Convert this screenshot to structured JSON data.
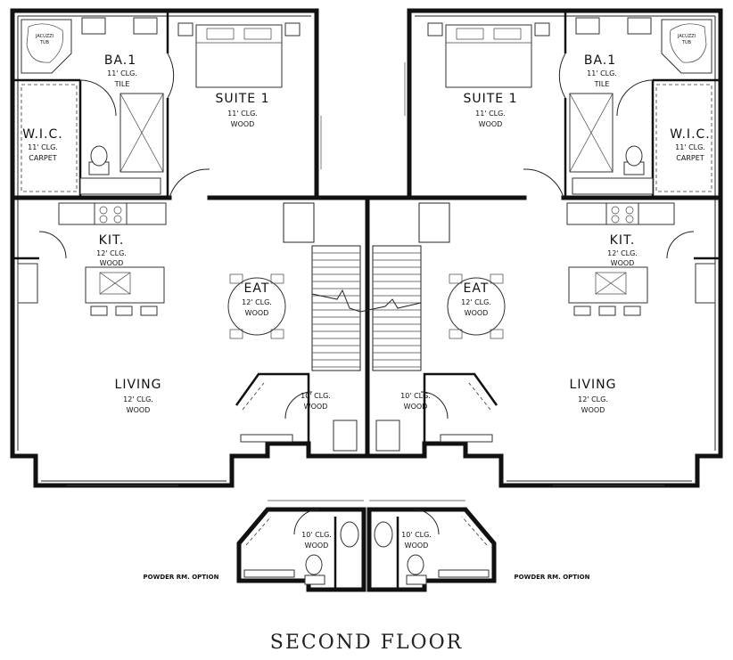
{
  "plan_title": "SECOND FLOOR",
  "left_unit": {
    "bath": {
      "name": "BA.1",
      "ceiling": "11' CLG.",
      "finish": "TILE"
    },
    "tub": {
      "line1": "JACUZZI",
      "line2": "TUB"
    },
    "closet": {
      "name": "W.I.C.",
      "ceiling": "11' CLG.",
      "finish": "CARPET"
    },
    "suite": {
      "name": "SUITE 1",
      "ceiling": "11' CLG.",
      "finish": "WOOD"
    },
    "kitchen": {
      "name": "KIT.",
      "ceiling": "12' CLG.",
      "finish": "WOOD"
    },
    "eat": {
      "name": "EAT",
      "ceiling": "12' CLG.",
      "finish": "WOOD"
    },
    "living": {
      "name": "LIVING",
      "ceiling": "12' CLG.",
      "finish": "WOOD"
    },
    "hall": {
      "ceiling": "10' CLG.",
      "finish": "WOOD"
    }
  },
  "right_unit": {
    "bath": {
      "name": "BA.1",
      "ceiling": "11' CLG.",
      "finish": "TILE"
    },
    "tub": {
      "line1": "JACUZZI",
      "line2": "TUB"
    },
    "closet": {
      "name": "W.I.C.",
      "ceiling": "11' CLG.",
      "finish": "CARPET"
    },
    "suite": {
      "name": "SUITE 1",
      "ceiling": "11' CLG.",
      "finish": "WOOD"
    },
    "kitchen": {
      "name": "KIT.",
      "ceiling": "12' CLG.",
      "finish": "WOOD"
    },
    "eat": {
      "name": "EAT",
      "ceiling": "12' CLG.",
      "finish": "WOOD"
    },
    "living": {
      "name": "LIVING",
      "ceiling": "12' CLG.",
      "finish": "WOOD"
    },
    "hall": {
      "ceiling": "10' CLG.",
      "finish": "WOOD"
    }
  },
  "powder_option": {
    "left": {
      "label": "POWDER RM. OPTION",
      "ceiling": "10' CLG.",
      "finish": "WOOD"
    },
    "right": {
      "label": "POWDER RM. OPTION",
      "ceiling": "10' CLG.",
      "finish": "WOOD"
    }
  }
}
